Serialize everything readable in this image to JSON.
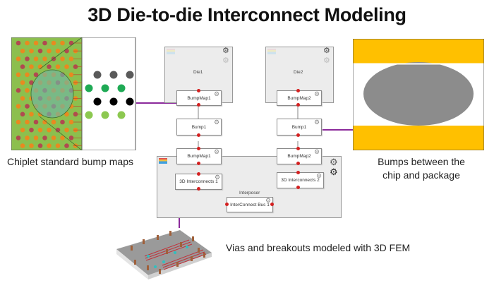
{
  "title": "3D Die-to-die Interconnect Modeling",
  "captions": {
    "left": "Chiplet standard bump maps",
    "right_line1": "Bumps between the",
    "right_line2": "chip and package",
    "bottom": "Vias and breakouts modeled with 3D FEM"
  },
  "schematic": {
    "die1": "Die1",
    "die2": "Die2",
    "bumpmap1_top": "BumpMap1",
    "bumpmap2_top": "BumpMap2",
    "bump_left": "Bump1",
    "bump_right": "Bump1",
    "bumpmap1_bottom": "BumpMap1",
    "bumpmap2_bottom": "BumpMap2",
    "interconnects1": "3D Interconnects 1",
    "interconnects2": "3D Interconnects 2",
    "interposer": "Interposer",
    "bus": "InterConnect Bus 1"
  },
  "icons": {
    "gear": "⚙"
  },
  "colors": {
    "connector": "#8b2a9b",
    "pin": "#d42020",
    "bump_yellow": "#ffc000",
    "bump_gray": "#8c8c8c",
    "pcb_green": "#8cbf4e"
  }
}
